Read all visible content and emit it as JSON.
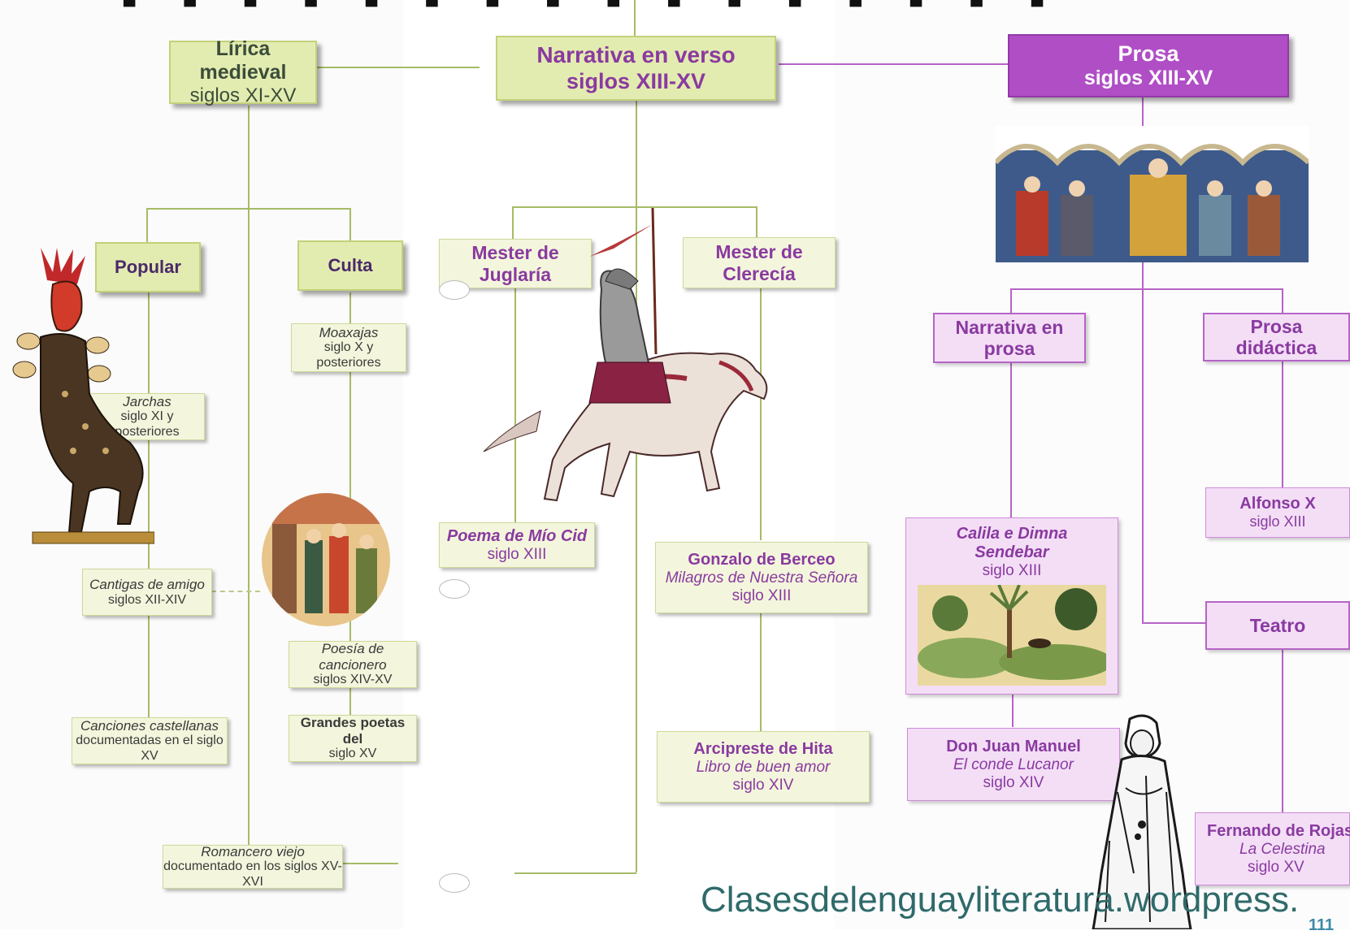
{
  "header_fragment": "■ ■ ■ ■ ■ ■ ■ ■ ■ ■ ■ ■ ■ ■ ■ ■",
  "lirica": {
    "title": "Lírica medieval",
    "period": "siglos XI-XV",
    "popular": "Popular",
    "culta": "Culta",
    "moaxajas": {
      "title": "Moaxajas",
      "date": "siglo X y posteriores"
    },
    "jarchas": {
      "title": "Jarchas",
      "date": "siglo XI y posteriores"
    },
    "cantigas": {
      "title": "Cantigas de amigo",
      "date": "siglos XII-XIV"
    },
    "cancionero": {
      "title": "Poesía de cancionero",
      "date": "siglos XIV-XV"
    },
    "canciones": {
      "title": "Canciones castellanas",
      "date": "documentadas en el siglo XV"
    },
    "grandes": {
      "title": "Grandes poetas del",
      "date": "siglo XV"
    },
    "romancero": {
      "title": "Romancero viejo",
      "date": "documentado en los siglos XV-XVI"
    }
  },
  "narrativa_verso": {
    "title": "Narrativa en verso",
    "period": "siglos XIII-XV",
    "juglaria": "Mester de Juglaría",
    "clerecia": "Mester de Clerecía",
    "cid": {
      "title": "Poema de Mío Cid",
      "date": "siglo XIII"
    },
    "berceo": {
      "author": "Gonzalo de Berceo",
      "work": "Milagros de Nuestra Señora",
      "date": "siglo XIII"
    },
    "hita": {
      "author": "Arcipreste de Hita",
      "work": "Libro de buen amor",
      "date": "siglo XIV"
    }
  },
  "prosa": {
    "title": "Prosa",
    "period": "siglos XIII-XV",
    "narrativa": "Narrativa en prosa",
    "didactica": "Prosa didáctica",
    "calila": {
      "title": "Calila e Dimna",
      "title2": "Sendebar",
      "date": "siglo XIII"
    },
    "alfonso": {
      "author": "Alfonso X",
      "date": "siglo XIII"
    },
    "teatro": "Teatro",
    "juan_manuel": {
      "author": "Don Juan Manuel",
      "work": "El conde Lucanor",
      "date": "siglo XIV"
    },
    "rojas": {
      "author": "Fernando de Rojas",
      "work": "La Celestina",
      "date": "siglo XV"
    }
  },
  "watermark": "Clasesdelenguayliteratura.wordpress.",
  "page_number": "111",
  "colors": {
    "green_box": "#f3f6dc",
    "green_line": "#a6bb66",
    "purple_box": "#f3def6",
    "purple_header": "#b04ec6",
    "purple_text": "#8a3aa0"
  }
}
